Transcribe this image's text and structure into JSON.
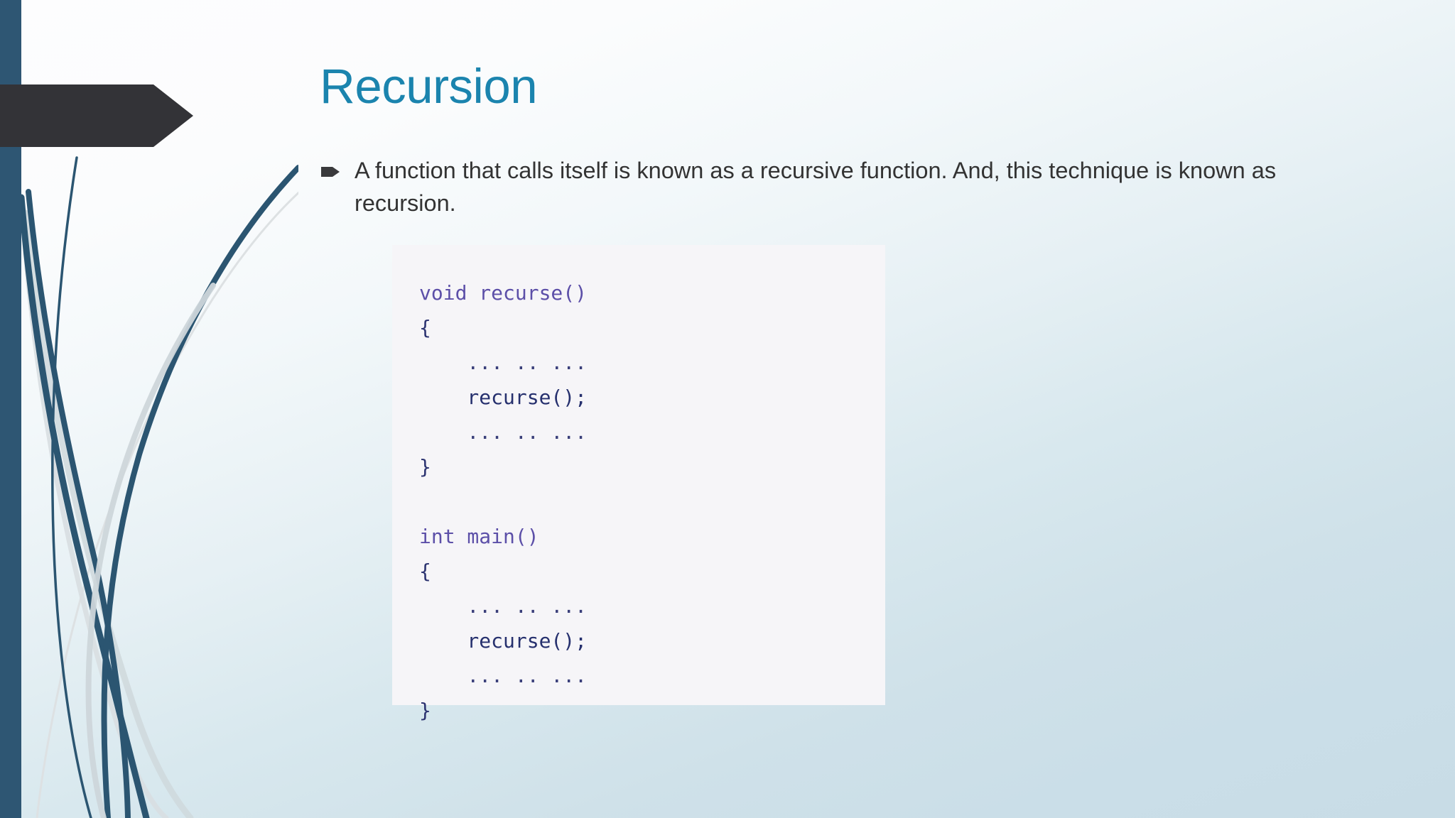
{
  "slide": {
    "title": "Recursion",
    "title_color": "#1b84ae",
    "background_top_color": "#fdfdfe",
    "background_bottom_color": "#c8dce6",
    "accent_bar_color": "#2e5673",
    "banner_color": "#333337"
  },
  "body": {
    "bullet_marker": "pennant-arrow-bullet",
    "bullet_text": "A function that calls itself is known as a recursive function. And, this technique is known as recursion.",
    "text_color": "#333333"
  },
  "code": {
    "background_color": "#f6f5f8",
    "keyword_color": "#5c4fa8",
    "text_color": "#26306e",
    "language": "c",
    "lines": [
      "void recurse()",
      "{",
      "    ... .. ...",
      "    recurse();",
      "    ... .. ...",
      "}",
      "",
      "int main()",
      "{",
      "    ... .. ...",
      "    recurse();",
      "    ... .. ...",
      "}"
    ],
    "full_text": "void recurse()\n{\n    ... .. ...\n    recurse();\n    ... .. ...\n}\n\nint main()\n{\n    ... .. ...\n    recurse();\n    ... .. ...\n}"
  },
  "decoration": {
    "dark_curve_color": "#2b5571",
    "light_curve_color": "#d3d8da",
    "mid_curve_color": "#c3ced4"
  }
}
